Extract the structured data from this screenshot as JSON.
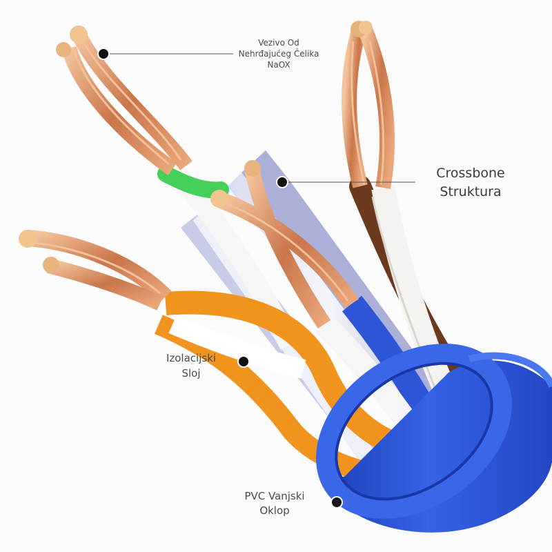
{
  "labels": {
    "conductor": {
      "line1": "Vezivo Od",
      "line2": "Nehrđajućeg Čelika",
      "line3": "NaOX"
    },
    "crossbone": {
      "line1": "Crossbone",
      "line2": "Struktura"
    },
    "insulation": {
      "line1": "Izolacijski",
      "line2": "Sloj"
    },
    "pvc_jacket": {
      "line1": "PVC Vanjski",
      "line2": "Oklop"
    }
  },
  "colors": {
    "jacket_blue": "#2e56d8",
    "copper": "#c9764a",
    "copper_light": "#f0b98f",
    "wire_orange": "#f0941e",
    "wire_blue": "#2d55d5",
    "wire_brown": "#6b3a1c",
    "wire_green": "#45d05a",
    "leader_line": "#555555",
    "marker_dot": "#111111"
  }
}
